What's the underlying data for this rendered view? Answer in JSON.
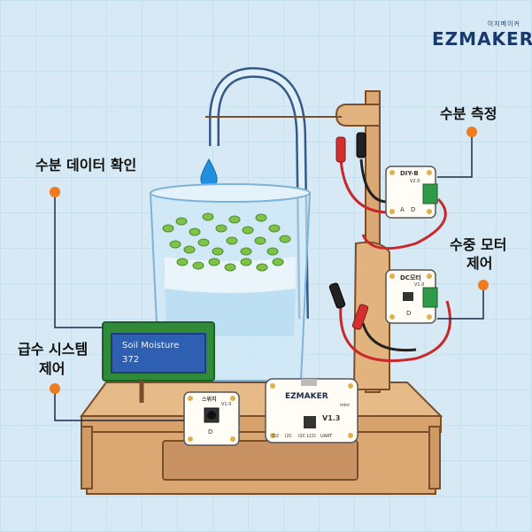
{
  "brand": {
    "small": "이지메이커",
    "main": "EZMAKER"
  },
  "labels": {
    "moisture_check": "수분 데이터 확인",
    "moisture_measure": "수분 측정",
    "pump_line1": "수중 모터",
    "pump_line2": "제어",
    "supply_line1": "급수 시스템",
    "supply_line2": "제어"
  },
  "lcd": {
    "line1": "Soil Moisture",
    "line2": "372"
  },
  "modules": {
    "sensor_name": "DIY-B",
    "sensor_ver": "V2.0",
    "sensor_pins": [
      "A",
      "D"
    ],
    "motor_name": "DC모터",
    "motor_ver": "V1.0",
    "motor_pin": "D",
    "switch_name": "스위치",
    "switch_ver": "V1.0",
    "switch_pin": "D",
    "board_name": "EZMAKER",
    "board_sub": "mini",
    "board_ver": "V1.3",
    "board_ports": [
      "D2",
      "I2C",
      "I2C LCD",
      "UART"
    ]
  },
  "colors": {
    "accent": "#f07a1e",
    "wood": "#dba873",
    "wood_dark": "#8a5a33",
    "lcd_blue": "#2f5fb0",
    "pcb_green": "#2f8a3a"
  },
  "icons": [
    "water-drop-icon",
    "plant-icon"
  ]
}
